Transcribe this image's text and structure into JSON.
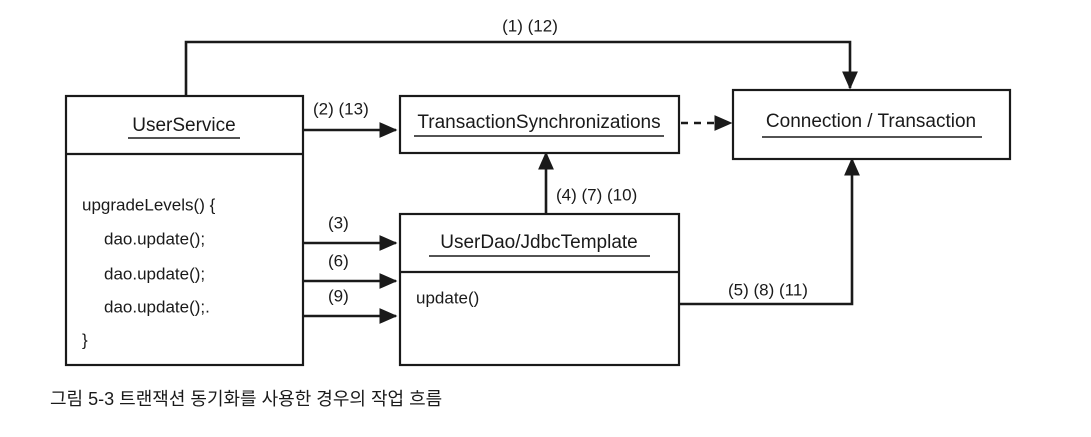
{
  "figure": {
    "caption": "그림 5-3 트랜잭션 동기화를 사용한 경우의 작업 흐름",
    "background_color": "#ffffff",
    "line_color": "#1a1a1a"
  },
  "nodes": {
    "user_service": {
      "title": "UserService",
      "body_lines": [
        "upgradeLevels() {",
        "dao.update();",
        "dao.update();",
        "dao.update();.",
        "}"
      ]
    },
    "transaction_synchronizations": {
      "title": "TransactionSynchronizations"
    },
    "connection_transaction": {
      "title": "Connection / Transaction"
    },
    "user_dao": {
      "title": "UserDao/JdbcTemplate",
      "body_lines": [
        "update()"
      ]
    }
  },
  "edges": [
    {
      "id": "e1",
      "label": "(1) (12)",
      "from": "user_service",
      "to": "connection_transaction",
      "style": "solid"
    },
    {
      "id": "e2",
      "label": "(2) (13)",
      "from": "user_service",
      "to": "transaction_synchronizations",
      "style": "solid"
    },
    {
      "id": "e3",
      "label": "(3)",
      "from": "user_service",
      "to": "user_dao",
      "style": "solid"
    },
    {
      "id": "e4",
      "label": "(4) (7) (10)",
      "from": "user_dao",
      "to": "transaction_synchronizations",
      "style": "solid"
    },
    {
      "id": "e5",
      "label": "(5) (8) (11)",
      "from": "user_dao",
      "to": "connection_transaction",
      "style": "solid"
    },
    {
      "id": "e6",
      "label": "(6)",
      "from": "user_service",
      "to": "user_dao",
      "style": "solid"
    },
    {
      "id": "e9",
      "label": "(9)",
      "from": "user_service",
      "to": "user_dao",
      "style": "solid"
    },
    {
      "id": "e_dashed",
      "label": "",
      "from": "transaction_synchronizations",
      "to": "connection_transaction",
      "style": "dashed"
    }
  ]
}
